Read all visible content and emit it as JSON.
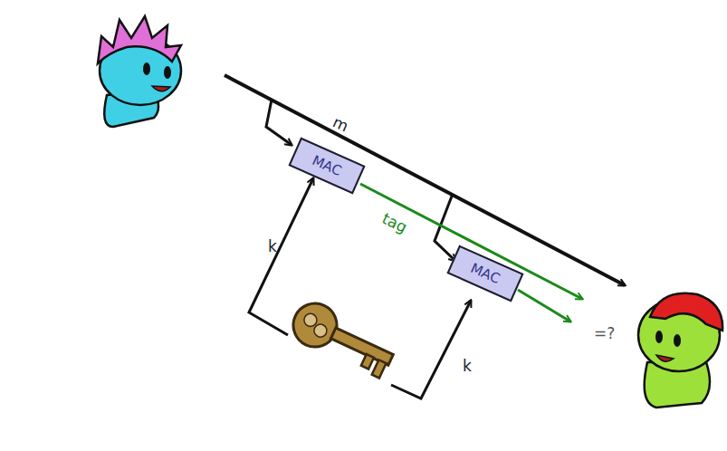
{
  "diagram": {
    "nodes": [
      {
        "text": [
          "MAC"
        ]
      },
      {
        "text": [
          "MAC"
        ]
      }
    ],
    "labels": [
      "m",
      "tag",
      "k",
      "k",
      "=?"
    ]
  }
}
